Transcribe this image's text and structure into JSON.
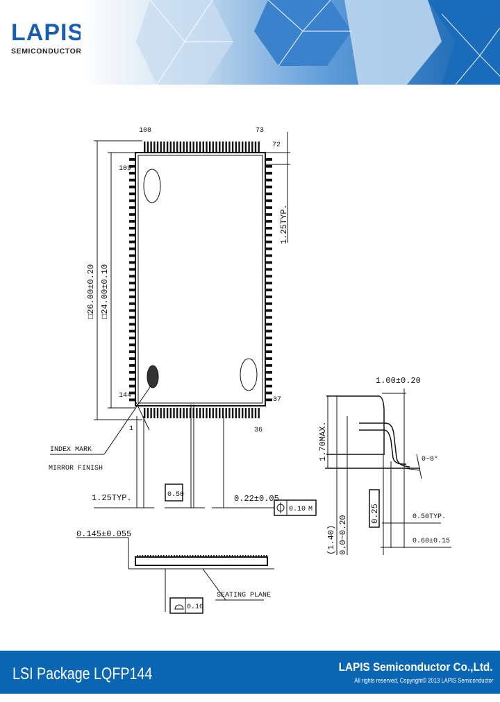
{
  "header": {
    "logo_main": "LAPIS",
    "logo_sub": "SEMICONDUCTOR"
  },
  "colors": {
    "brand_blue": "#0a66b3",
    "logo_blue": "#1a5fae"
  },
  "drawing": {
    "pin_labels": {
      "top_left": "108",
      "top_right": "73",
      "right_top": "72",
      "left_top": "109",
      "left_bottom": "144",
      "bottom_left": "1",
      "bottom_right": "36",
      "right_bottom": "37"
    },
    "dim_outer": "□26.00±0.20",
    "dim_inner": "□24.00±0.10",
    "lead_pitch_right": "1.25TYP.",
    "index_mark": "INDEX MARK",
    "mirror_finish": "MIRROR FINISH",
    "lead_pitch_bottom": "1.25TYP.",
    "pitch_box": "0.50",
    "lead_width": "0.22±0.05",
    "position_tol": "0.10",
    "position_modifier": "M",
    "standoff_top": "0.145±0.055",
    "coplanarity": "0.10",
    "seating_plane": "SEATING PLANE",
    "lead_length": "1.00±0.20",
    "height_max": "1.70MAX.",
    "body_height": "(1.40)",
    "standoff": "0.0~0.20",
    "gauge": "0.25",
    "angle": "0~8°",
    "foot_typ": "0.50TYP.",
    "foot_len": "0.60±0.15"
  },
  "footer": {
    "title": "LSI Package LQFP144",
    "company": "LAPIS Semiconductor Co.,Ltd.",
    "copyright": "All rights reserved, Copyright© 2013 LAPIS Semiconductor"
  }
}
